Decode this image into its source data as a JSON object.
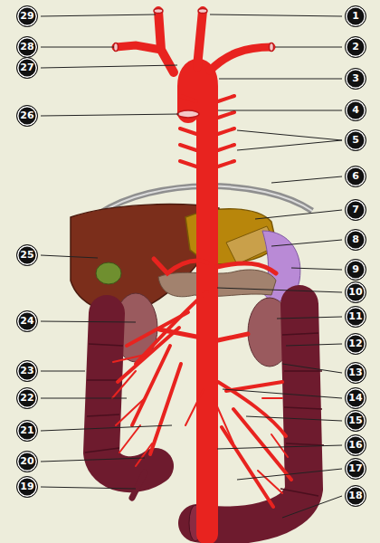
{
  "diagram": {
    "labels": [
      "1",
      "2",
      "3",
      "4",
      "5",
      "6",
      "7",
      "8",
      "9",
      "10",
      "11",
      "12",
      "13",
      "14",
      "15",
      "16",
      "17",
      "18",
      "19",
      "20",
      "21",
      "22",
      "23",
      "24",
      "25",
      "26",
      "27",
      "28",
      "29"
    ]
  }
}
